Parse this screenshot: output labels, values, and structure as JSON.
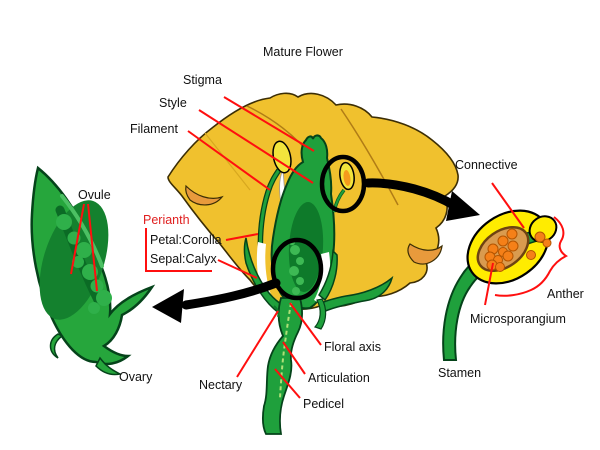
{
  "title": "Mature Flower",
  "labels": {
    "stigma": "Stigma",
    "style": "Style",
    "filament": "Filament",
    "perianth": "Perianth",
    "petal_corolla": "Petal:Corolla",
    "sepal_calyx": "Sepal:Calyx",
    "ovule": "Ovule",
    "ovary": "Ovary",
    "nectary": "Nectary",
    "floral_axis": "Floral axis",
    "articulation": "Articulation",
    "pedicel": "Pedicel",
    "stamen": "Stamen",
    "connective": "Connective",
    "anther": "Anther",
    "microsporangium": "Microsporangium"
  },
  "colors": {
    "background": "#FFFFFF",
    "petal_gold": "#F0C12E",
    "petal_undercurl_orange": "#E89A3C",
    "crease_brown": "#B07C16",
    "leaf_green": "#1FA03C",
    "leaf_dark_green": "#0E7A2A",
    "green_outline": "#05431A",
    "ovule_light_green": "#2FB04A",
    "anther_yellow": "#F2E43C",
    "detail_anther_yellow": "#FFEC00",
    "pollen_orange": "#F58018",
    "pocket_tan": "#D99B4F",
    "leader_line_red": "#FF0F0F",
    "perianth_text_red": "#E02020",
    "label_text_black": "#111111"
  }
}
